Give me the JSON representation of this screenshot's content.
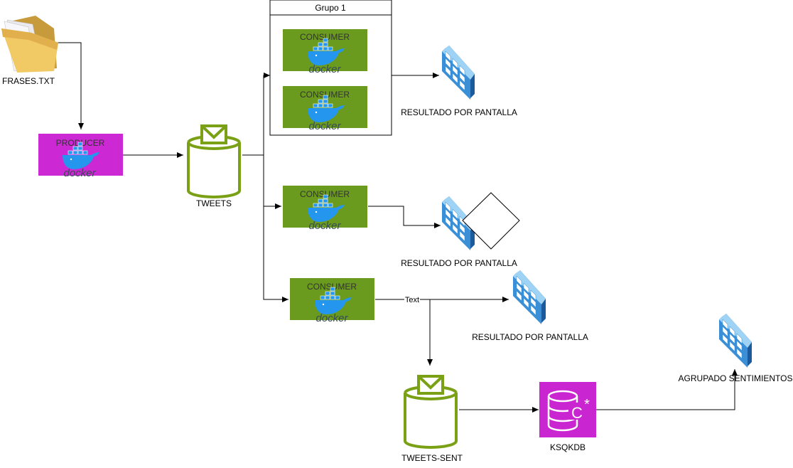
{
  "group": {
    "title": "Grupo 1"
  },
  "nodes": {
    "file": {
      "label": "FRASES.TXT",
      "icon": "folder-icon"
    },
    "producer": {
      "label": "PRODUCER",
      "logo": "docker",
      "color": "#cc28d4"
    },
    "consumer_label": "CONSUMER",
    "consumer_logo": "docker",
    "consumer_color": "#6a9a1e",
    "topic_tweets": {
      "label": "TWEETS",
      "icon": "kafka-topic-icon"
    },
    "topic_sent": {
      "label": "TWEETS-SENT",
      "icon": "kafka-topic-icon"
    },
    "ksqldb": {
      "label": "KSQKDB",
      "icon": "database-icon",
      "color": "#c925d1"
    },
    "result_label": "RESULTADO POR PANTALLA",
    "agg_label": "AGRUPADO SENTIMIENTOS"
  },
  "edges": {
    "text_label": "Text"
  },
  "colors": {
    "topic_stroke": "#7aa116",
    "display_blue": "#2f87d0",
    "line": "#000000"
  }
}
